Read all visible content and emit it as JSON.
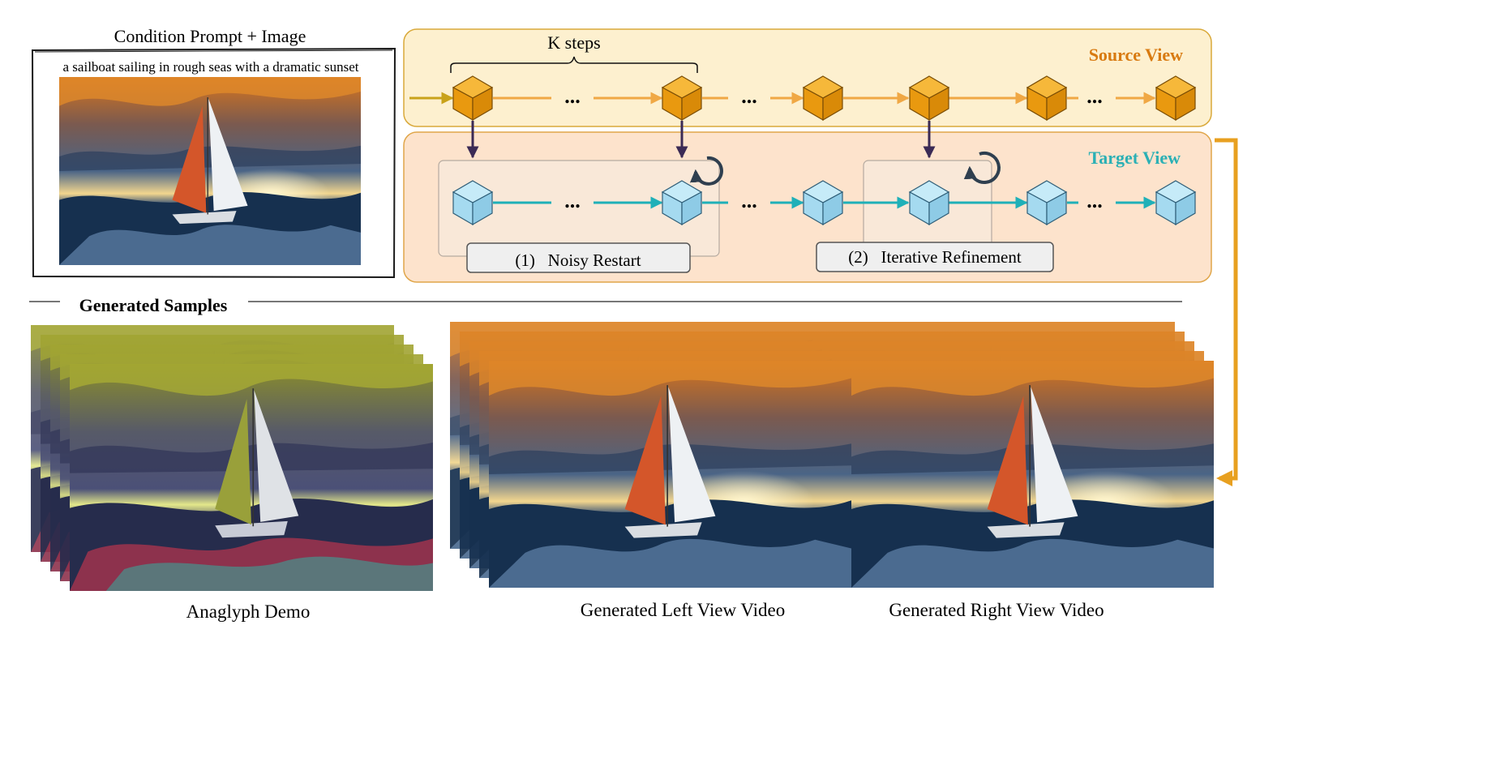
{
  "condition": {
    "title": "Condition Prompt + Image",
    "prompt": "a sailboat sailing in rough seas with a dramatic sunset"
  },
  "pipeline": {
    "k_steps_label": "K steps",
    "ellipsis": "...",
    "source_view_label": "Source View",
    "target_view_label": "Target View",
    "noisy_restart_label": "(1)   Noisy Restart",
    "iterative_refinement_label": "(2)   Iterative Refinement"
  },
  "generated": {
    "section_label": "Generated Samples",
    "anaglyph_caption": "Anaglyph Demo",
    "left_view_caption": "Generated Left View Video",
    "right_view_caption": "Generated Right View Video"
  },
  "colors": {
    "source_panel_fill": "#fdf0cf",
    "source_panel_stroke": "#d9a93a",
    "target_panel_fill": "#fde3cc",
    "target_panel_stroke": "#e0a64a",
    "source_cube": "#f0a20f",
    "target_cube": "#a9dcf2",
    "source_arrow": "#f0a845",
    "target_arrow": "#1fb0b8",
    "cross_arrow": "#3b2a55",
    "source_label": "#d87a10",
    "target_label": "#2bb0b5",
    "big_connector": "#e8a020"
  },
  "icons": [
    "refresh-loop-icon",
    "sailboat-sunset-image"
  ]
}
